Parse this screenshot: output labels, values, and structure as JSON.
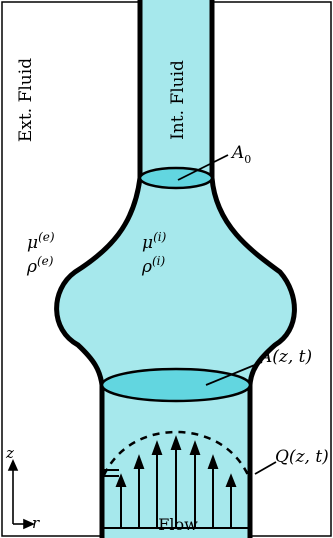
{
  "labels": {
    "ext_fluid": "Ext. Fluid",
    "int_fluid": "Int. Fluid",
    "a0": "A",
    "a0_sub": "0",
    "mu_e": "μ",
    "mu_e_sup": "(e)",
    "rho_e": "ρ",
    "rho_e_sup": "(e)",
    "mu_i": "μ",
    "mu_i_sup": "(i)",
    "rho_i": "ρ",
    "rho_i_sup": "(i)",
    "area": "A(z, t)",
    "flow_rate": "Q(z, t)",
    "axis_z": "z",
    "axis_r": "r",
    "flow": "Flow"
  },
  "colors": {
    "fluid": "#a6e8ec",
    "ellipse": "#62d6e0",
    "outline": "#000000"
  }
}
